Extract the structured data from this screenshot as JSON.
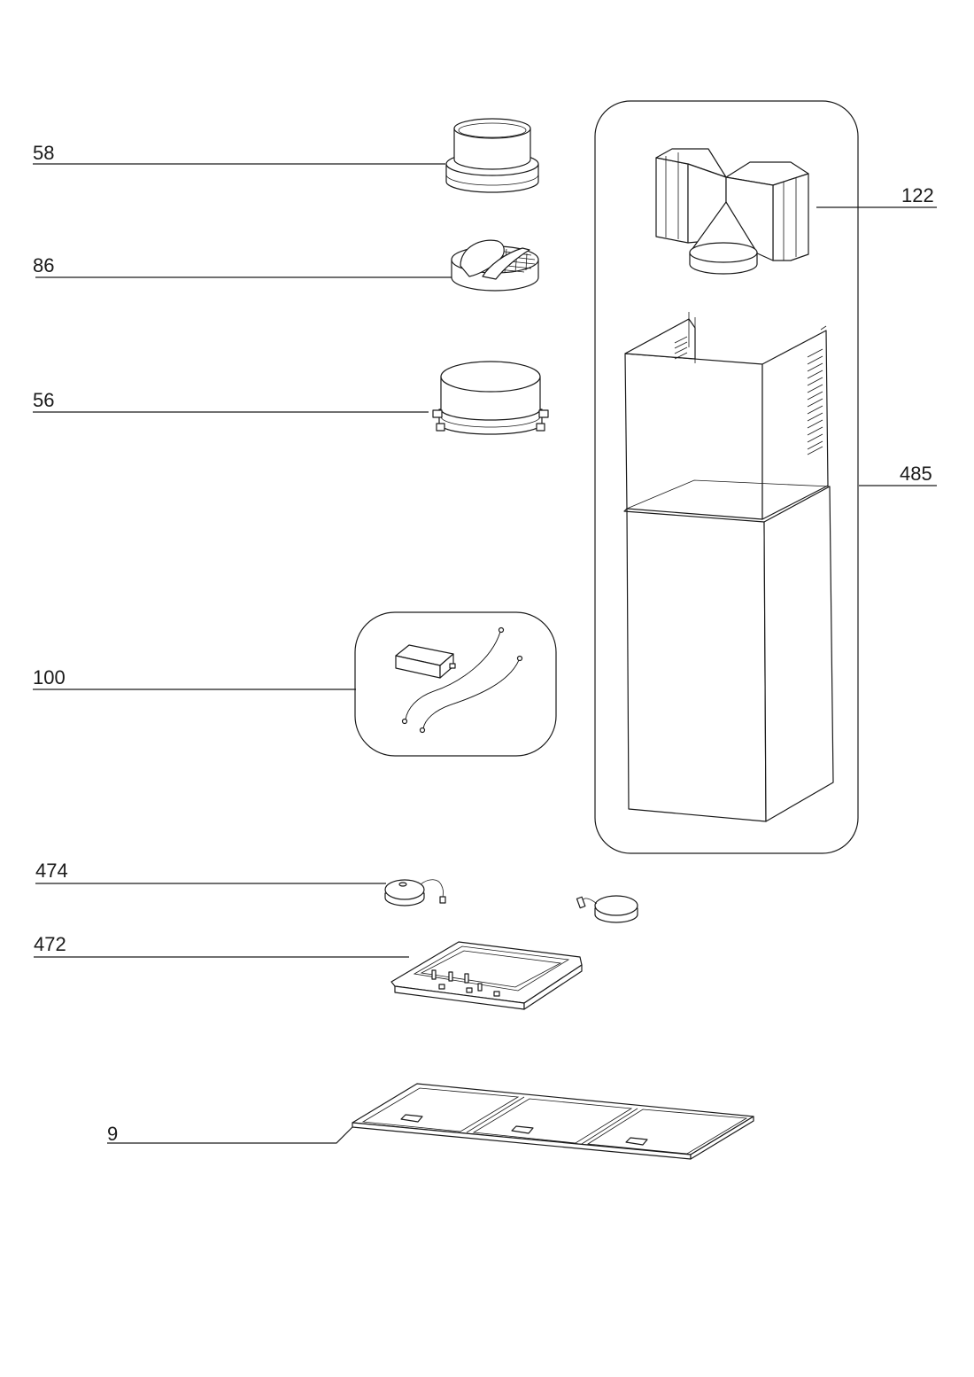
{
  "callouts": [
    {
      "id": "c58",
      "label": "58"
    },
    {
      "id": "c86",
      "label": "86"
    },
    {
      "id": "c56",
      "label": "56"
    },
    {
      "id": "c100",
      "label": "100"
    },
    {
      "id": "c122",
      "label": "122"
    },
    {
      "id": "c485",
      "label": "485"
    },
    {
      "id": "c474",
      "label": "474"
    },
    {
      "id": "c472",
      "label": "472"
    },
    {
      "id": "c9",
      "label": "9"
    }
  ]
}
